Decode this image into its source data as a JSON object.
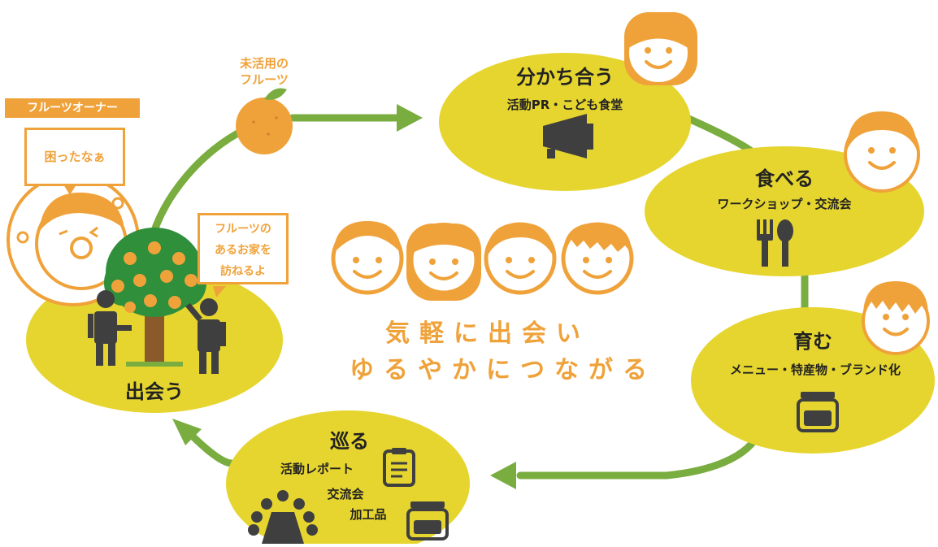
{
  "colors": {
    "yellow": "#e6d52f",
    "green": "#79ad3f",
    "orange": "#f0a23a",
    "dark": "#3f3f3f",
    "leaf": "#2f8f3a",
    "trunk": "#8a5a2b"
  },
  "fruit_label": {
    "line1": "未活用の",
    "line2": "フルーツ"
  },
  "owner": {
    "tag": "フルーツオーナー",
    "speech": "困ったなぁ"
  },
  "visitor_speech": {
    "line1": "フルーツの",
    "line2": "あるお家を",
    "line3": "訪ねるよ"
  },
  "stages": {
    "meet": {
      "title": "出会う"
    },
    "share": {
      "title": "分かち合う",
      "subtitle": "活動PR・こども食堂",
      "icon": "megaphone-icon"
    },
    "eat": {
      "title": "食べる",
      "subtitle": "ワークショップ・交流会",
      "icon": "fork-spoon-icon"
    },
    "grow": {
      "title": "育む",
      "subtitle": "メニュー・特産物・ブランド化",
      "icon": "jar-icon"
    },
    "tour": {
      "title": "巡る",
      "items": [
        "活動レポート",
        "交流会",
        "加工品"
      ],
      "icons": [
        "clipboard-icon",
        "meeting-icon",
        "jar-icon"
      ]
    }
  },
  "slogan": {
    "line1": "気軽に出会い",
    "line2": "ゆるやかにつながる"
  }
}
